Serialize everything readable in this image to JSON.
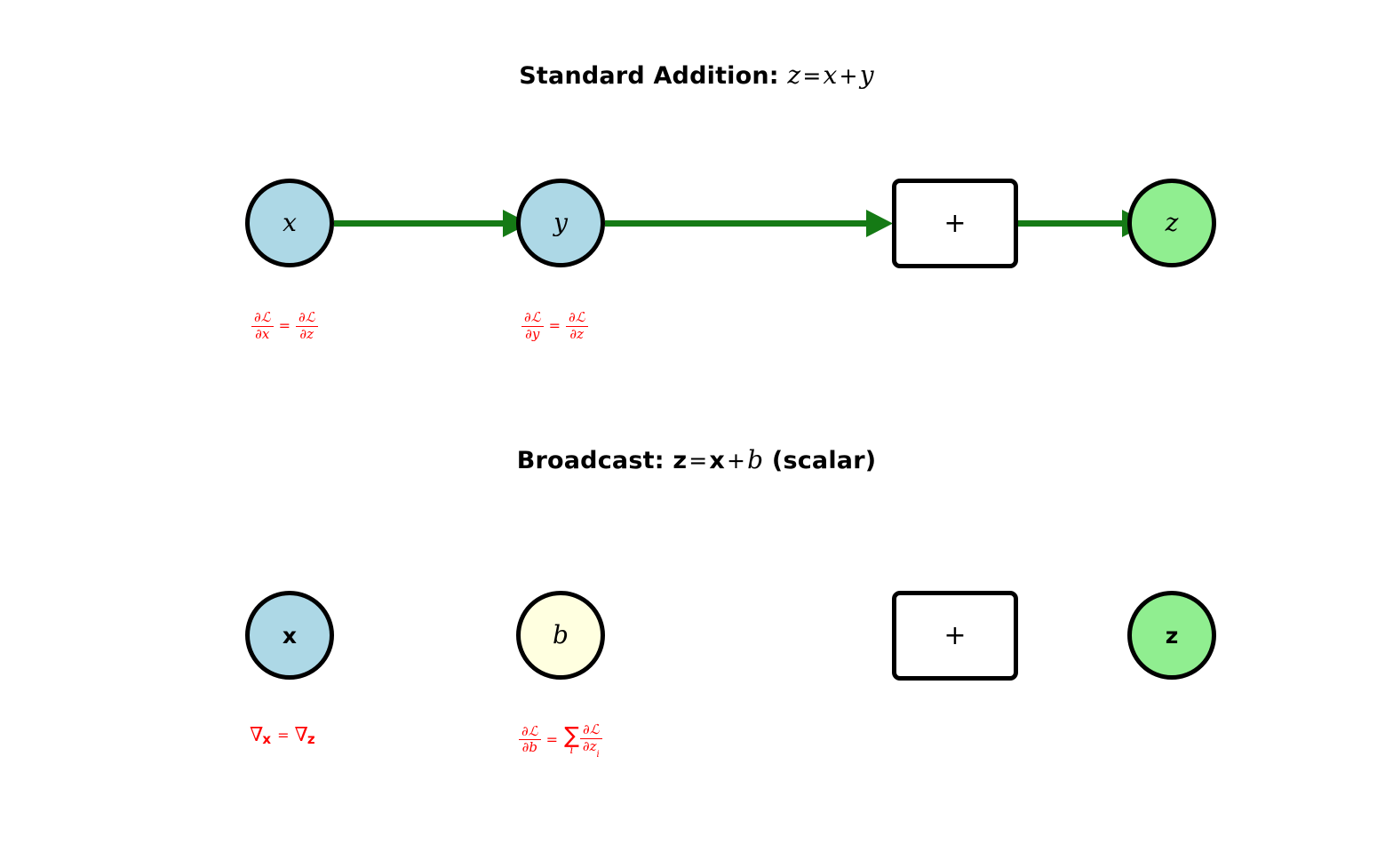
{
  "figure": {
    "background_color": "#FFFFFF",
    "accent_colors": {
      "edge_green": "#157A15",
      "gradient_red": "#FF0000",
      "node_blue": "#ADD8E6",
      "node_green": "#90EE90",
      "node_yellow": "#FFFFE0",
      "node_border": "#000000"
    }
  },
  "rows": [
    {
      "id": "standard-addition",
      "title": {
        "label": "Standard Addition:",
        "equation_lhs": "z",
        "equation_eq": "=",
        "equation_rhs_a": "x",
        "equation_plus": "+",
        "equation_rhs_b": "y"
      },
      "nodes": [
        {
          "id": "x",
          "label": "x",
          "shape": "circle",
          "style": "italic",
          "fill": "#ADD8E6"
        },
        {
          "id": "y",
          "label": "y",
          "shape": "circle",
          "style": "italic",
          "fill": "#ADD8E6"
        },
        {
          "id": "op",
          "label": "+",
          "shape": "box",
          "style": "plus",
          "fill": "#FFFFFF"
        },
        {
          "id": "z",
          "label": "z",
          "shape": "circle",
          "style": "italic",
          "fill": "#90EE90"
        }
      ],
      "edges": [
        {
          "from": "x",
          "to": "y",
          "arrow": true
        },
        {
          "from": "y",
          "to": "op",
          "arrow": true
        },
        {
          "from": "op",
          "to": "z",
          "arrow": true
        }
      ],
      "gradients": [
        {
          "id": "grad-x",
          "type": "fraction-equality",
          "left": {
            "numerator": "∂ℒ",
            "denominator": "∂x"
          },
          "relation": "=",
          "right": {
            "numerator": "∂ℒ",
            "denominator": "∂z"
          },
          "text": "∂L/∂x = ∂L/∂z"
        },
        {
          "id": "grad-y",
          "type": "fraction-equality",
          "left": {
            "numerator": "∂ℒ",
            "denominator": "∂y"
          },
          "relation": "=",
          "right": {
            "numerator": "∂ℒ",
            "denominator": "∂z"
          },
          "text": "∂L/∂y = ∂L/∂z"
        }
      ]
    },
    {
      "id": "broadcast",
      "title": {
        "label": "Broadcast:",
        "equation_lhs": "z",
        "equation_eq": "=",
        "equation_rhs_a": "x",
        "equation_plus": "+",
        "equation_rhs_b": "b",
        "suffix": "(scalar)"
      },
      "nodes": [
        {
          "id": "x",
          "label": "x",
          "shape": "circle",
          "style": "bold",
          "fill": "#ADD8E6"
        },
        {
          "id": "b",
          "label": "b",
          "shape": "circle",
          "style": "italic",
          "fill": "#FFFFE0"
        },
        {
          "id": "op",
          "label": "+",
          "shape": "box",
          "style": "plus",
          "fill": "#FFFFFF"
        },
        {
          "id": "z",
          "label": "z",
          "shape": "circle",
          "style": "bold",
          "fill": "#90EE90"
        }
      ],
      "edges": [],
      "gradients": [
        {
          "id": "grad-bx",
          "type": "nabla-equality",
          "left_symbol": "∇",
          "left_sub": "x",
          "relation": "=",
          "right_symbol": "∇",
          "right_sub": "z",
          "text": "∇x = ∇z"
        },
        {
          "id": "grad-bb",
          "type": "fraction-sum",
          "left": {
            "numerator": "∂ℒ",
            "denominator": "∂b"
          },
          "relation": "=",
          "sum_symbol": "∑",
          "sum_index": "i",
          "right": {
            "numerator": "∂ℒ",
            "denominator": "∂z",
            "denominator_sub": "i"
          },
          "text": "∂L/∂b = Σi ∂L/∂z_i"
        }
      ]
    }
  ]
}
